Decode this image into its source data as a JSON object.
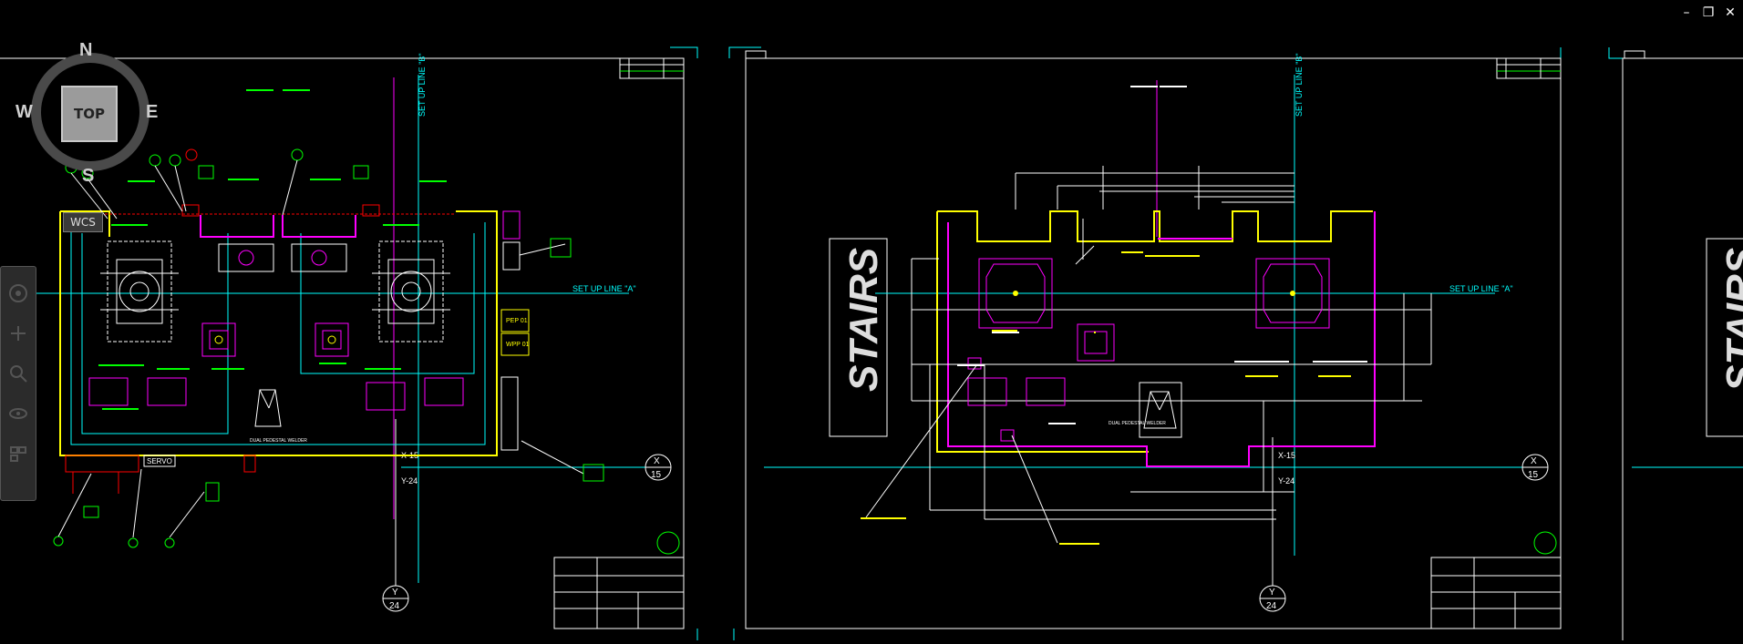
{
  "window_controls": {
    "minimize": "–",
    "restore": "❐",
    "close": "✕"
  },
  "viewcube": {
    "north": "N",
    "south": "S",
    "east": "E",
    "west": "W",
    "face": "TOP",
    "wcs": "WCS"
  },
  "drawing": {
    "stairs_label": "STAIRS",
    "setup_line_a": "SET UP LINE \"A\"",
    "setup_line_b": "SET UP LINE \"B\"",
    "grid_x": "X",
    "grid_x_num": "15",
    "grid_y": "Y",
    "grid_y_num": "24",
    "x15": "X-15",
    "y24": "Y-24",
    "servo_label": "SERVO",
    "dual_pedestal_welder": "DUAL PEDESTAL WELDER",
    "wp_labels": [
      "PEP 01",
      "WPP 01"
    ]
  },
  "colors": {
    "background": "#000000",
    "frame": "#ffffff",
    "cyan": "#00ffff",
    "magenta": "#ff00ff",
    "yellow": "#ffff00",
    "green": "#00ff00",
    "red": "#ff0000",
    "white": "#ffffff"
  }
}
